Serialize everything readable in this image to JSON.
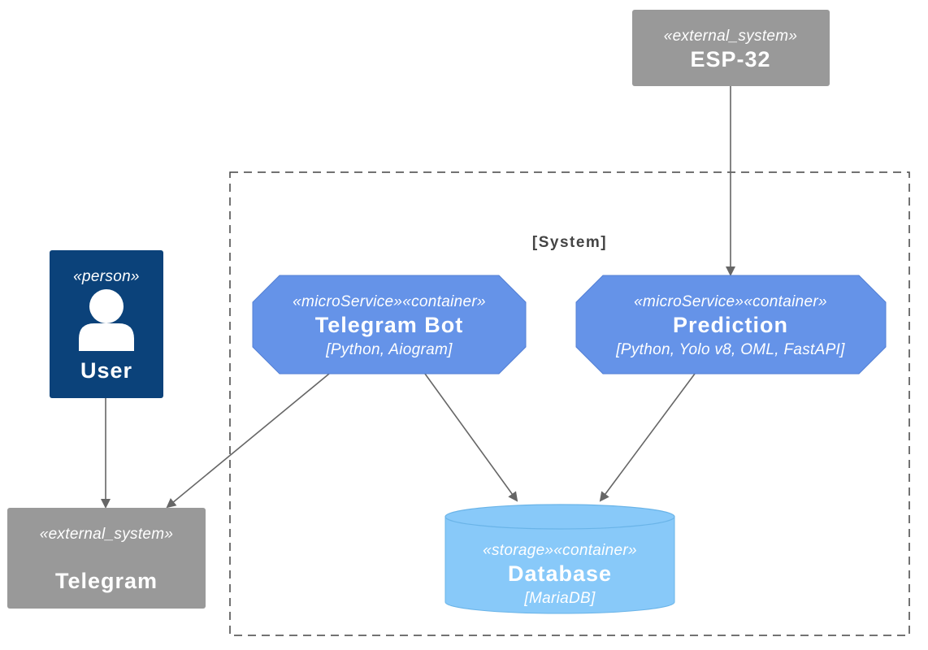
{
  "boundary": {
    "label": "[System]"
  },
  "nodes": {
    "esp32": {
      "stereotype": "«external_system»",
      "title": "ESP-32",
      "kind": "external_system",
      "color": "#999999"
    },
    "user": {
      "stereotype": "«person»",
      "title": "User",
      "kind": "person",
      "icon": "person-icon",
      "color": "#0b427a"
    },
    "telegram_bot": {
      "stereotype": "«microService»«container»",
      "title": "Telegram Bot",
      "technology": "[Python, Aiogram]",
      "kind": "microservice",
      "color": "#6593e8"
    },
    "prediction": {
      "stereotype": "«microService»«container»",
      "title": "Prediction",
      "technology": "[Python, Yolo v8, OML, FastAPI]",
      "kind": "microservice",
      "color": "#6593e8"
    },
    "telegram": {
      "stereotype": "«external_system»",
      "title": "Telegram",
      "kind": "external_system",
      "color": "#999999"
    },
    "database": {
      "stereotype": "«storage»«container»",
      "title": "Database",
      "technology": "[MariaDB]",
      "kind": "storage",
      "color": "#88c9f9"
    }
  },
  "edges": [
    {
      "from": "esp32",
      "to": "prediction"
    },
    {
      "from": "user",
      "to": "telegram"
    },
    {
      "from": "telegram_bot",
      "to": "telegram"
    },
    {
      "from": "telegram_bot",
      "to": "database"
    },
    {
      "from": "prediction",
      "to": "database"
    }
  ],
  "colors": {
    "edge": "#666666",
    "boundary": "#444444"
  }
}
